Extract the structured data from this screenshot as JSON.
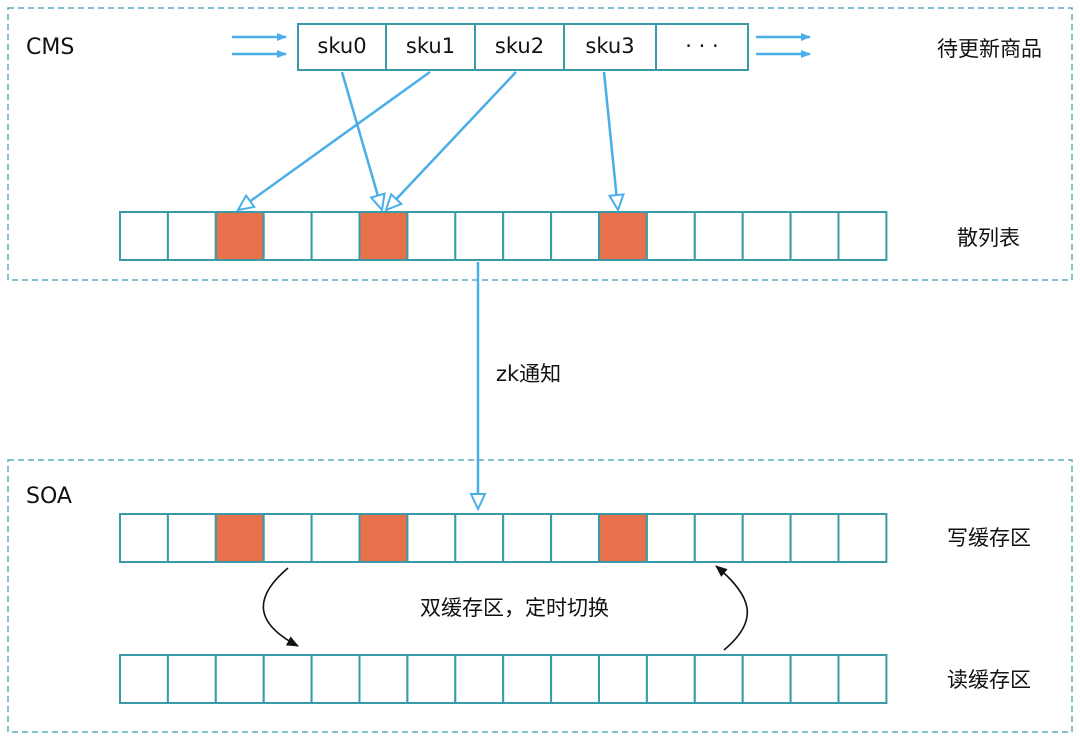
{
  "cms": {
    "region_label": "CMS",
    "pending_label": "待更新商品",
    "sku_cells": [
      "sku0",
      "sku1",
      "sku2",
      "sku3",
      "· · ·"
    ],
    "hash_label": "散列表",
    "hash_highlighted_slots": [
      2,
      5,
      10
    ]
  },
  "notify_label": "zk通知",
  "soa": {
    "region_label": "SOA",
    "write_buffer_label": "写缓存区",
    "write_highlighted_slots": [
      2,
      5,
      10
    ],
    "switch_label": "双缓存区，定时切换",
    "read_buffer_label": "读缓存区"
  },
  "slot_count": 16,
  "colors": {
    "border": "#3a9aa8",
    "dashed_border": "#5aaebb",
    "arrow": "#4aaee8",
    "highlight": "#e8704a",
    "black_arrow": "#111111"
  }
}
